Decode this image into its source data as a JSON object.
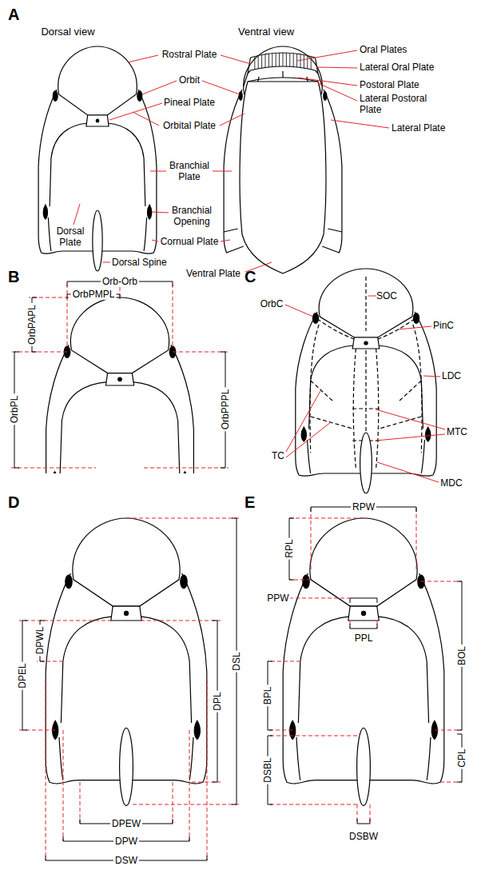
{
  "diagram": {
    "labels": [
      "A",
      "Dorsal view",
      "Ventral view",
      "Rostral Plate",
      "Oral Plates",
      "Lateral Oral Plate",
      "Orbit",
      "Pineal Plate",
      "Postoral Plate",
      "Lateral Postoral Plate",
      "Orbital Plate",
      "Lateral Plate",
      "Branchial Plate",
      "Branchial Opening",
      "Cornual Plate",
      "Dorsal Plate",
      "Dorsal Spine",
      "Ventral Plate",
      "B",
      "Orb-Orb",
      "OrbPMPL",
      "OrbPAPL",
      "OrbPL",
      "OrbPPPL",
      "C",
      "SOC",
      "OrbC",
      "PinC",
      "LDC",
      "MTC",
      "TC",
      "MDC",
      "D",
      "DPEL",
      "DPWL",
      "DPL",
      "DSL",
      "DPEW",
      "DPW",
      "DSW",
      "E",
      "RPW",
      "RPL",
      "PPW",
      "PPL",
      "BOL",
      "BPL",
      "CPL",
      "DSBL",
      "DSBW"
    ]
  }
}
